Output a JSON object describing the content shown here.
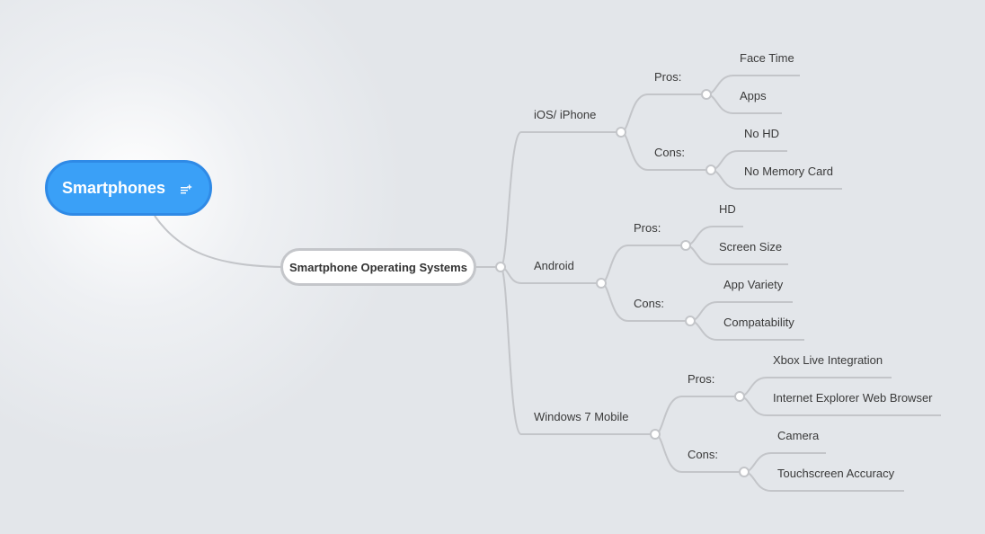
{
  "root": {
    "label": "Smartphones",
    "icon": "note-add-icon",
    "color": "#3aa0f7"
  },
  "center": {
    "label": "Smartphone Operating Systems"
  },
  "branches": [
    {
      "label": "iOS/ iPhone",
      "groups": [
        {
          "label": "Pros:",
          "items": [
            "Face Time",
            "Apps"
          ]
        },
        {
          "label": "Cons:",
          "items": [
            "No HD",
            "No Memory Card"
          ]
        }
      ]
    },
    {
      "label": "Android",
      "groups": [
        {
          "label": "Pros:",
          "items": [
            "HD",
            "Screen Size"
          ]
        },
        {
          "label": "Cons:",
          "items": [
            "App Variety",
            "Compatability"
          ]
        }
      ]
    },
    {
      "label": "Windows 7 Mobile",
      "groups": [
        {
          "label": "Pros:",
          "items": [
            "Xbox Live Integration",
            "Internet Explorer Web Browser"
          ]
        },
        {
          "label": "Cons:",
          "items": [
            "Camera",
            "Touchscreen Accuracy"
          ]
        }
      ]
    }
  ]
}
